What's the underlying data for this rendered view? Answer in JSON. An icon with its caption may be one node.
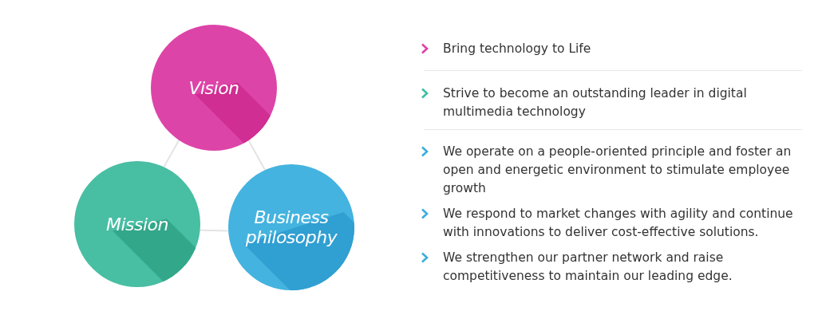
{
  "diagram": {
    "nodes": [
      {
        "text": [
          "Vision"
        ]
      },
      {
        "text": [
          "Mission"
        ]
      },
      {
        "text": [
          "Business philosophy"
        ]
      }
    ],
    "edges": [
      {
        "from": 0,
        "to": 1,
        "arrow": "none"
      },
      {
        "from": 1,
        "to": 2,
        "arrow": "none"
      },
      {
        "from": 2,
        "to": 0,
        "arrow": "none"
      }
    ],
    "labels": [
      "Bring technology to Life",
      "Strive to become an outstanding leader in digital multimedia technology",
      "We operate on a people-oriented principle and foster an open and energetic environment to stimulate employee growth",
      "We respond to market changes with agility and continue with innovations to deliver cost-effective solutions.",
      "We strengthen our partner network and raise competitiveness to maintain our leading edge."
    ]
  }
}
